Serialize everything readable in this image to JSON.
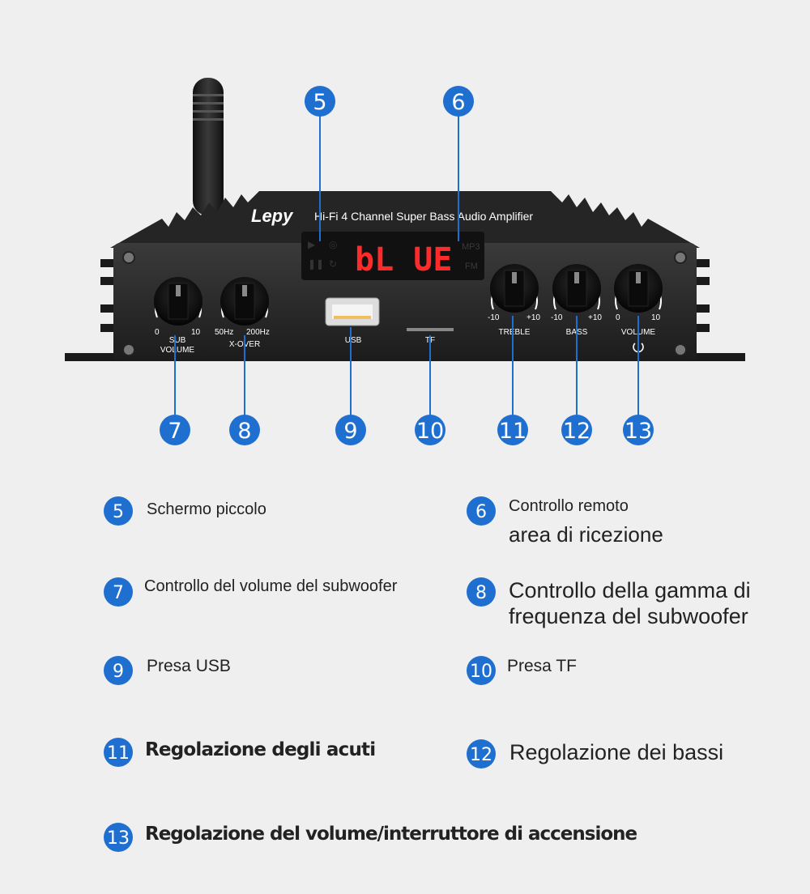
{
  "device": {
    "brand": "Lepy",
    "model_title": "Hi-Fi 4 Channel Super Bass Audio Amplifier",
    "display_text": "bL UE",
    "display_small_right_top": "MP3",
    "display_small_right_bottom": "FM",
    "knobs": {
      "sub_volume": {
        "min": "0",
        "max": "10",
        "label_line1": "SUB",
        "label_line2": "VOLUME"
      },
      "xover": {
        "min": "50Hz",
        "max": "200Hz",
        "label": "X-OVER"
      },
      "treble": {
        "min": "-10",
        "max": "+10",
        "label": "TREBLE"
      },
      "bass": {
        "min": "-10",
        "max": "+10",
        "label": "BASS"
      },
      "volume": {
        "min": "0",
        "max": "10",
        "label": "VOLUME"
      }
    },
    "usb_label": "USB",
    "tf_label": "TF"
  },
  "markers": {
    "m5": "5",
    "m6": "6",
    "m7": "7",
    "m8": "8",
    "m9": "9",
    "m10": "10",
    "m11": "11",
    "m12": "12",
    "m13": "13"
  },
  "legend": {
    "l5": {
      "num": "5",
      "text": "Schermo piccolo"
    },
    "l6": {
      "num": "6",
      "line1": "Controllo remoto",
      "line2": "area di ricezione"
    },
    "l7": {
      "num": "7",
      "text": "Controllo del volume del subwoofer"
    },
    "l8": {
      "num": "8",
      "line1": "Controllo della gamma di",
      "line2": "frequenza del subwoofer"
    },
    "l9": {
      "num": "9",
      "text": "Presa USB"
    },
    "l10": {
      "num": "10",
      "text": "Presa TF"
    },
    "l11": {
      "num": "11",
      "text": "Regolazione degli acuti"
    },
    "l12": {
      "num": "12",
      "text": "Regolazione dei bassi"
    },
    "l13": {
      "num": "13",
      "text": "Regolazione del volume/interruttore di accensione"
    }
  },
  "colors": {
    "marker_blue": "#1f6fd1",
    "device_body": "#2a2a2a",
    "display_red": "#ff2a2a",
    "background": "#efefef"
  }
}
